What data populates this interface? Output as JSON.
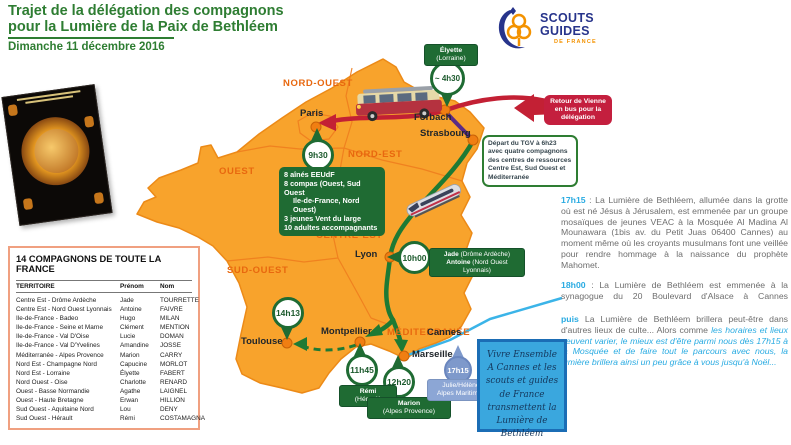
{
  "header": {
    "title_line1": "Trajet de la délégation des compagnons",
    "title_line2": "pour la Lumière de la Paix de Bethléem",
    "date": "Dimanche 11 décembre 2016"
  },
  "logo": {
    "word1": "SCOUTS",
    "word2": "GUIDES",
    "word3": "DE FRANCE"
  },
  "table": {
    "title": "14 COMPAGNONS DE TOUTE LA FRANCE",
    "col_territory": "TERRITOIRE",
    "col_firstname": "Prénom",
    "col_lastname": "Nom",
    "rows": [
      {
        "territory": "Centre Est - Drôme Ardèche",
        "firstname": "Jade",
        "lastname": "TOURRETTE"
      },
      {
        "territory": "Centre Est - Nord Ouest Lyonnais",
        "firstname": "Antoine",
        "lastname": "FAIVRE"
      },
      {
        "territory": "Ile-de-France - Badeo",
        "firstname": "Hugo",
        "lastname": "MILAN"
      },
      {
        "territory": "Ile-de-France - Seine et Marne",
        "firstname": "Clément",
        "lastname": "MENTION"
      },
      {
        "territory": "Ile-de-France - Val D'Oise",
        "firstname": "Lucie",
        "lastname": "DOMAN"
      },
      {
        "territory": "Ile-de-France - Val D'Yvelines",
        "firstname": "Amandine",
        "lastname": "JOSSE"
      },
      {
        "territory": "Méditerranée - Alpes Provence",
        "firstname": "Marion",
        "lastname": "CARRY"
      },
      {
        "territory": "Nord Est - Champagne Nord",
        "firstname": "Capucine",
        "lastname": "MORLOT"
      },
      {
        "territory": "Nord Est - Lorraine",
        "firstname": "Élyette",
        "lastname": "FABERT"
      },
      {
        "territory": "Nord Ouest - Oise",
        "firstname": "Charlotte",
        "lastname": "RENARD"
      },
      {
        "territory": "Ouest - Basse Normandie",
        "firstname": "Agathe",
        "lastname": "LAIGNEL"
      },
      {
        "territory": "Ouest - Haute Bretagne",
        "firstname": "Erwan",
        "lastname": "HILLION"
      },
      {
        "territory": "Sud Ouest - Aquitaine Nord",
        "firstname": "Lou",
        "lastname": "DENY"
      },
      {
        "territory": "Sud Ouest - Hérault",
        "firstname": "Rémi",
        "lastname": "COSTAMAGNA"
      }
    ]
  },
  "map": {
    "regions": {
      "nord_ouest": "NORD-OUEST",
      "nord_est": "NORD-EST",
      "ouest": "OUEST",
      "centre_est": "CENTRE-EST",
      "sud_ouest": "SUD-OUEST",
      "mediterranee": "MÉDITERRANÉE"
    },
    "cities": {
      "paris": "Paris",
      "forbach": "Forbach",
      "strasbourg": "Strasbourg",
      "lyon": "Lyon",
      "montpellier": "Montpellier",
      "toulouse": "Toulouse",
      "marseille": "Marseille",
      "cannes": "Cannes"
    },
    "times": {
      "forbach": "~ 4h30",
      "paris": "9h30",
      "lyon": "10h00",
      "toulouse": "14h13",
      "montpellier": "11h45",
      "marseille": "12h20",
      "cannes": "17h15"
    },
    "badges": {
      "elyette_name": "Élyette",
      "elyette_region": "(Lorraine)",
      "jade_name": "Jade",
      "jade_region": "(Drôme Ardèche)",
      "antoine_name": "Antoine",
      "antoine_region": "(Nord Ouest Lyonnais)",
      "remi_name": "Rémi",
      "remi_region": "(Hérault)",
      "marion_name": "Marion",
      "marion_region": "(Alpes Provence)",
      "julie_line1": "Julie/Hélène",
      "julie_line2": "Alpes Maritimes"
    }
  },
  "callouts": {
    "retour_bus": "Retour de Vienne en bus pour la délégation",
    "depart_tgv": "Départ du TGV à 6h23 avec quatre compagnons des centres de ressources Centre Est, Sud Ouest et Méditerranée",
    "group_lines": [
      "8 aînés EEUdF",
      "8 compas (Ouest, Sud Ouest",
      "Ile-de-France, Nord Ouest)",
      "3 jeunes Vent du large",
      "10 adultes accompagnants"
    ],
    "vivre_ensemble": "Vivre Ensemble A Cannes et les scouts et guides de France transmettent la Lumière de Bethléem"
  },
  "sidebar": {
    "p1_time": "17h15",
    "p1_text": " : La Lumière de Bethléem, allumée dans la grotte où est né Jésus à Jérusalem, est emmenée par un groupe mosaïques de jeunes VEAC à la Mosquée Al Madina Al Mounawara (1bis av. du Petit Juas 06400 Cannes) au moment même où les croyants musulmans font une veillée pour rendre hommage à la naissance du prophète Mahomet.",
    "p2_time": "18h00",
    "p2_text": " : La Lumière de Bethléem est emmenée à la synagogue du 20 Boulevard d'Alsace à Cannes",
    "p3_lead": "puis",
    "p3_text": " La Lumière de Bethléem brillera peut-être dans d'autres lieux de culte... Alors comme ",
    "p3_italic": "les horaires et lieux peuvent varier, le mieux est d'être parmi nous dès 17h15 à la Mosquée et de faire tout le parcours avec nous, la lumière brillera ainsi un peu grâce à vous jusqu'à Noël..."
  },
  "colors": {
    "map_fill": "#F8A32C",
    "route_red": "#C32034",
    "route_green": "#1E7A34",
    "route_purple": "#5B2C86",
    "route_blue": "#3BB4E8",
    "accent_blue": "#29ABE2",
    "badge_green": "#1F6B33",
    "blue_badge": "#8CA6D5",
    "title_green": "#2E7D32"
  }
}
